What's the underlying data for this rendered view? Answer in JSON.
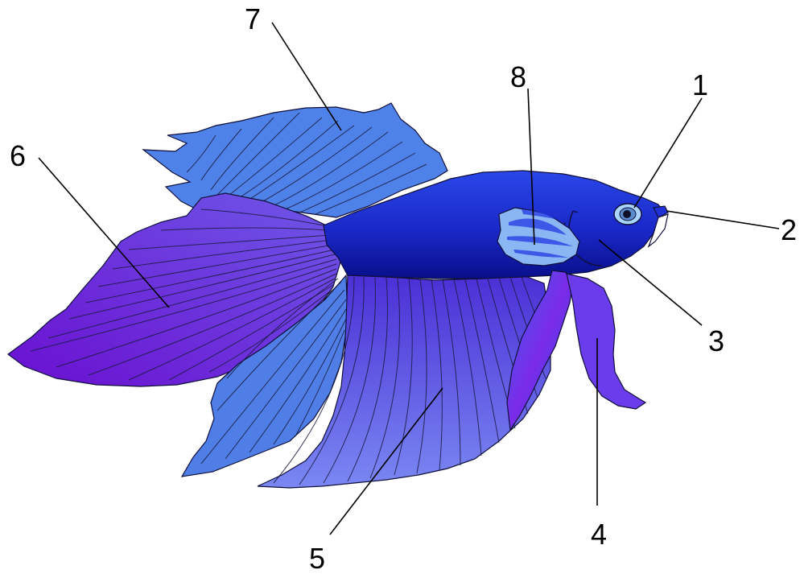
{
  "diagram": {
    "labels": [
      {
        "id": "1",
        "text": "1"
      },
      {
        "id": "2",
        "text": "2"
      },
      {
        "id": "3",
        "text": "3"
      },
      {
        "id": "4",
        "text": "4"
      },
      {
        "id": "5",
        "text": "5"
      },
      {
        "id": "6",
        "text": "6"
      },
      {
        "id": "7",
        "text": "7"
      },
      {
        "id": "8",
        "text": "8"
      }
    ],
    "colors": {
      "body": "#1f2fd6",
      "body_dark": "#0a12a0",
      "caudal_fin": "#6a14d8",
      "anal_fin": "#5b45e0",
      "dorsal_fin": "#4f80e6",
      "pelvic_fin": "#3a4ee8",
      "pectoral_fin": "#7aa6f0",
      "eye": "#9fd0ff"
    }
  }
}
